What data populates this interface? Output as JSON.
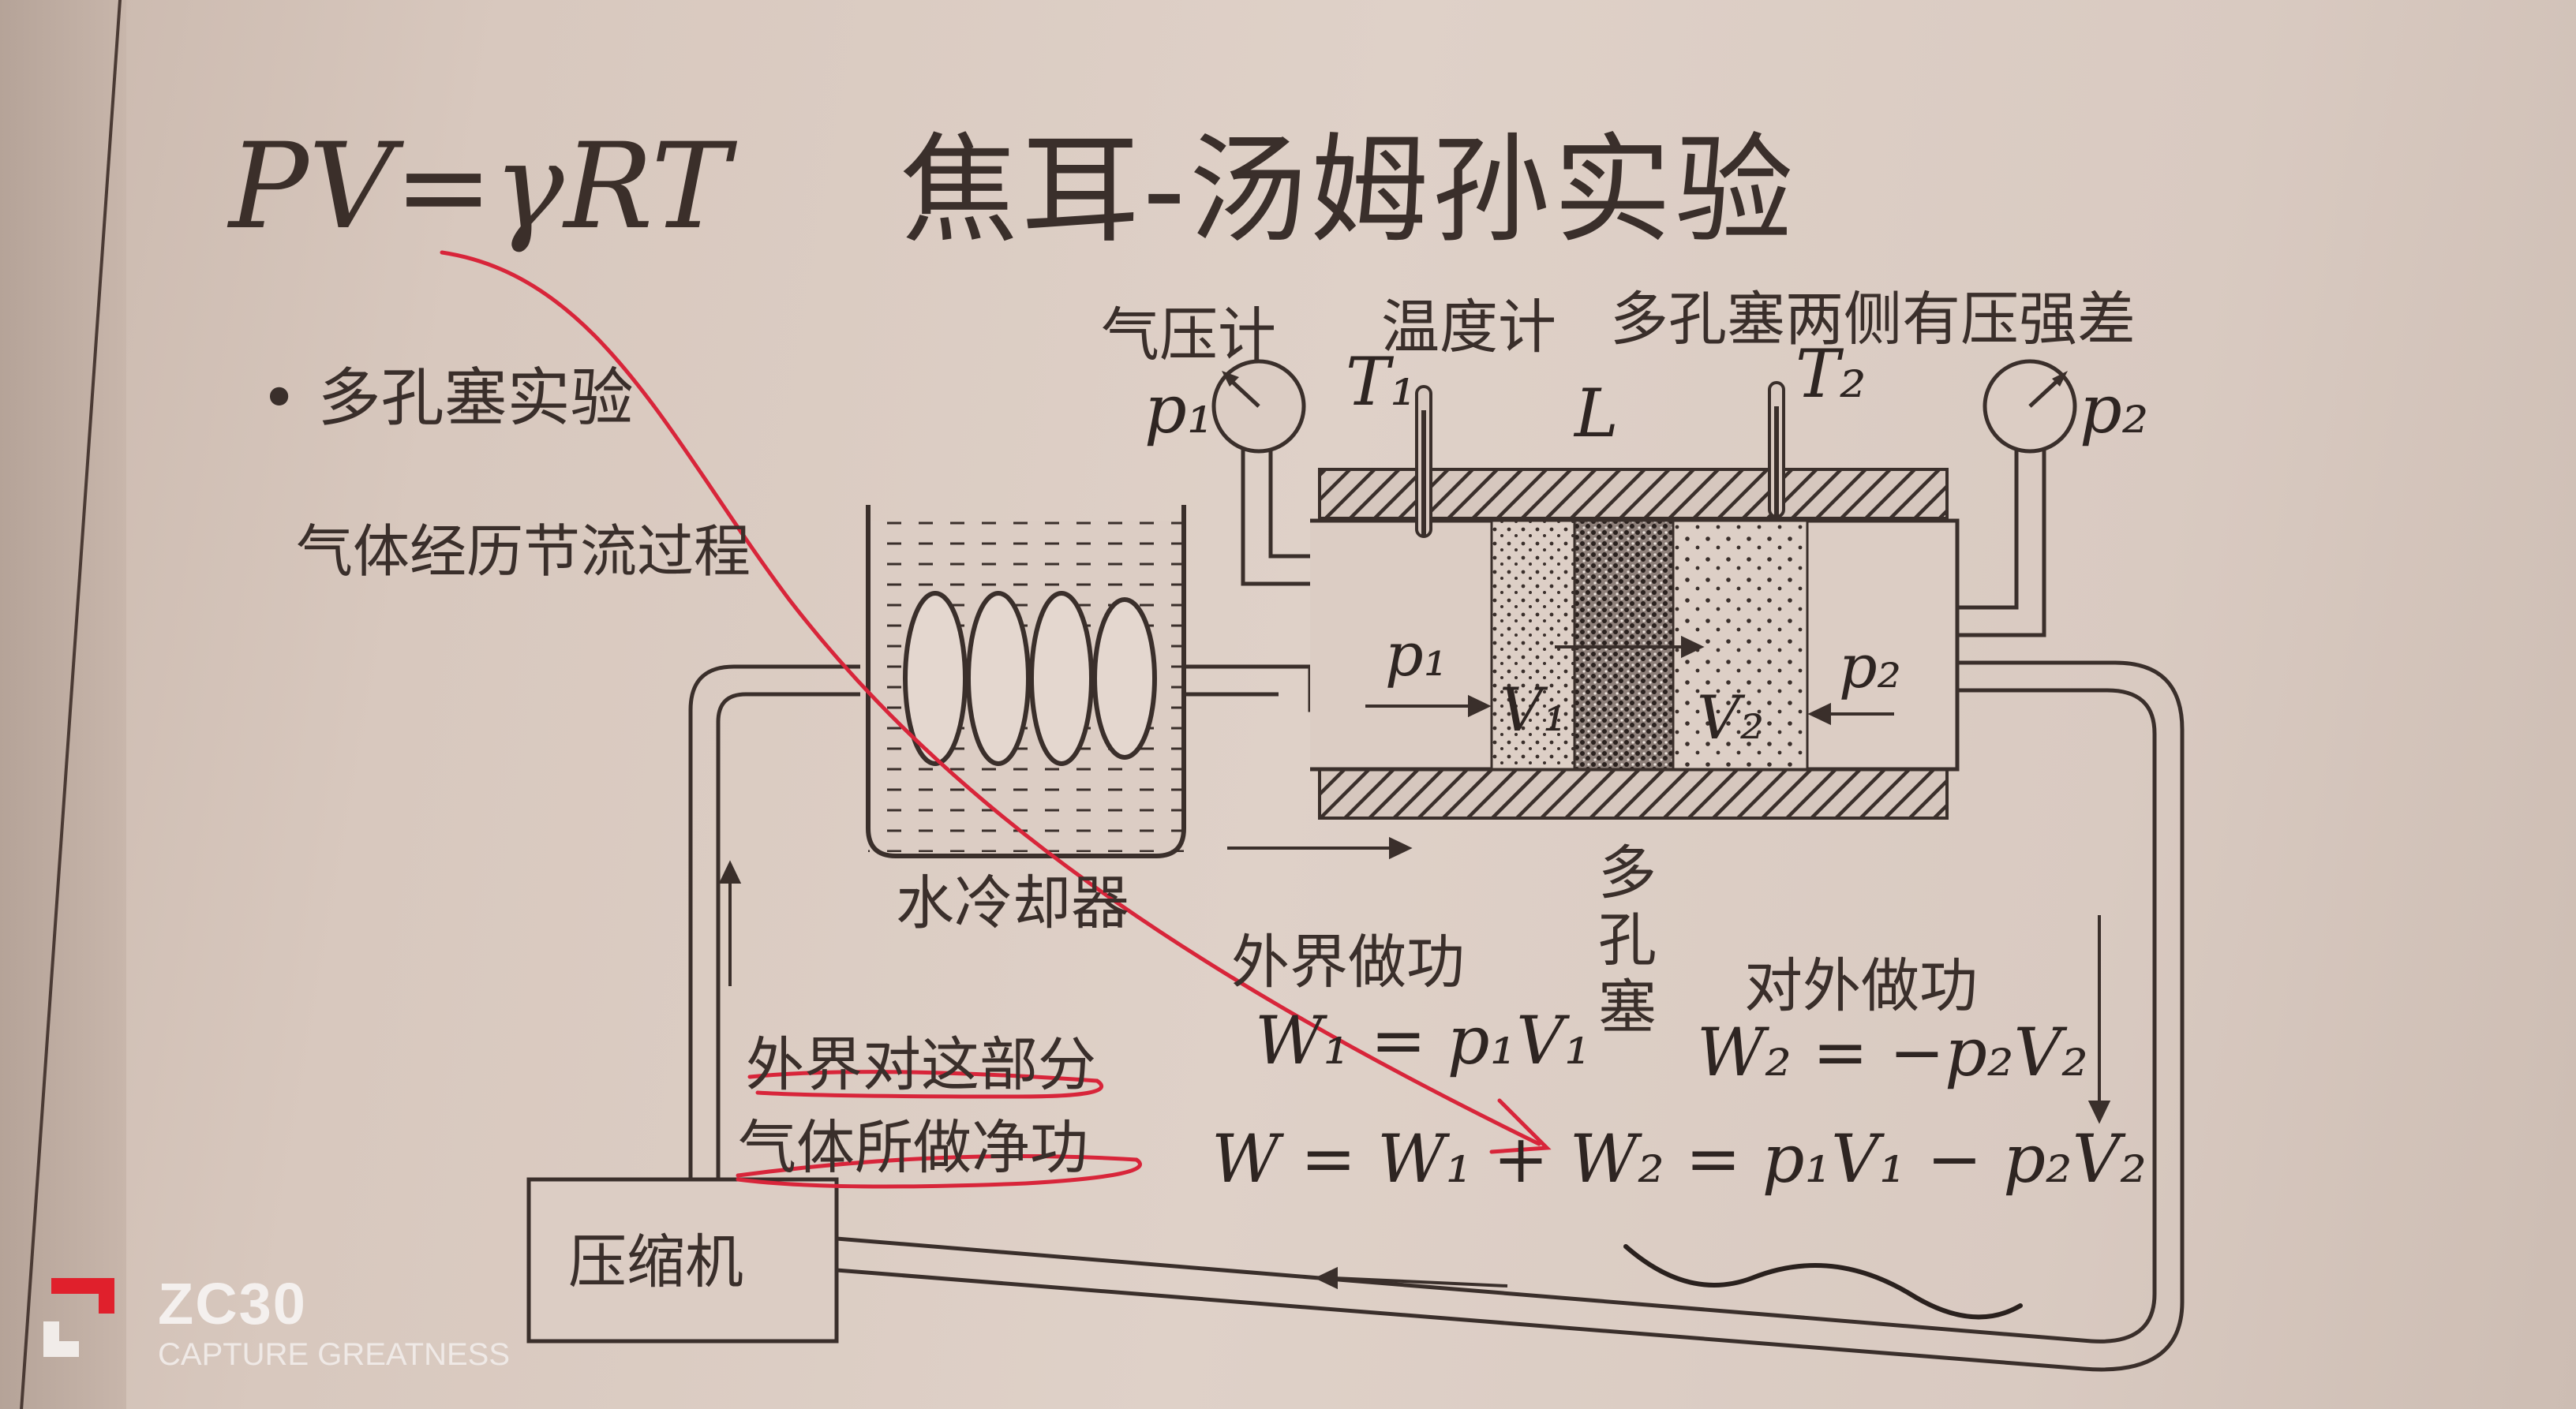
{
  "handwritten_formula": "PV=γRT",
  "title": "焦耳-汤姆孙实验",
  "bullet_text": "多孔塞实验",
  "throttle_text": "气体经历节流过程",
  "labels": {
    "barometer": "气压计",
    "thermometer": "温度计",
    "pressure_difference": "多孔塞两侧有压强差",
    "water_cooler": "水冷却器",
    "external_work": "外界做功",
    "porous_plug": "多孔塞",
    "work_outward": "对外做功",
    "compressor": "压缩机",
    "net_work_line1": "外界对这部分",
    "net_work_line2": "气体所做净功"
  },
  "symbols": {
    "p1": "p₁",
    "p2": "p₂",
    "T1": "T₁",
    "T2": "T₂",
    "L": "L",
    "V1": "V₁",
    "V2": "V₂"
  },
  "formulas": {
    "W1": "W₁ = p₁V₁",
    "W2": "W₂ = −p₂V₂",
    "W": "W = W₁ + W₂ = p₁V₁ − p₂V₂"
  },
  "watermark": {
    "model": "ZC30",
    "tagline": "CAPTURE GREATNESS"
  },
  "colors": {
    "ink": "#3a2f2b",
    "red_pen": "#d8253a",
    "paper": "#dccdc4"
  }
}
